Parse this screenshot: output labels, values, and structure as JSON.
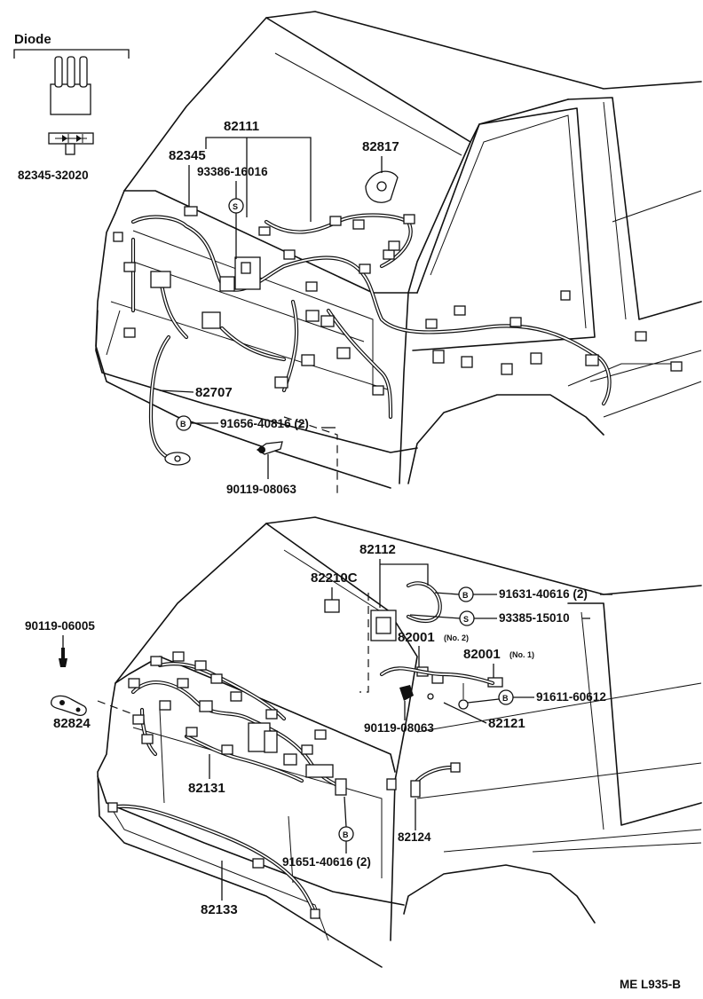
{
  "diode_box": {
    "title": "Diode",
    "part_number": "82345-32020"
  },
  "upper_view": {
    "labels": {
      "harness_main": "82111",
      "relay": "82345",
      "clamp": "93386-16016",
      "grommet": "82817",
      "ground_wire": "82707",
      "bolt_b": "91656-40816 (2)",
      "screw": "90119-08063"
    }
  },
  "lower_view": {
    "labels": {
      "harness_main": "82112",
      "protector": "82210C",
      "bolt_b1": "91631-40616 (2)",
      "clamp_s": "93385-15010",
      "wire_no2": "82001",
      "wire_no2_tag": "(No. 2)",
      "wire_no1": "82001",
      "wire_no1_tag": "(No. 1)",
      "bolt_b2": "91611-60612",
      "screw_left": "90119-06005",
      "bracket": "82824",
      "screw_mid": "90119-08063",
      "ground": "82121",
      "harness_front": "82131",
      "connector_right": "82124",
      "bolt_b3": "91651-40616 (2)",
      "bumper_harness": "82133"
    }
  },
  "symbols": {
    "b": "B",
    "s": "S"
  },
  "footer": {
    "code": "ME L935-B"
  }
}
